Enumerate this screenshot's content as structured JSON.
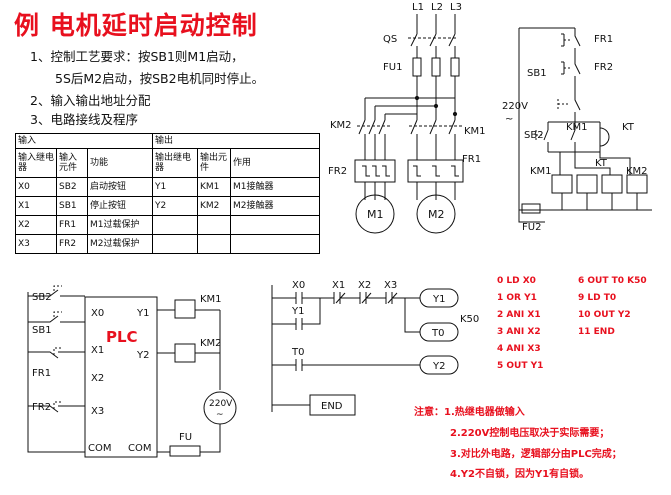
{
  "title": "例  电机延时启动控制",
  "requirements": [
    "1、控制工艺要求：按SB1则M1启动，",
    "5S后M2启动，按SB2电机同时停止。",
    "2、输入输出地址分配",
    "3、电路接线及程序"
  ],
  "io_table": {
    "group_input": "输入",
    "group_output": "输出",
    "headers": [
      "输入继电器",
      "输入元件",
      "功能",
      "输出继电器",
      "输出元件",
      "作用"
    ],
    "rows": [
      [
        "X0",
        "SB2",
        "启动按钮",
        "Y1",
        "KM1",
        "M1接触器"
      ],
      [
        "X1",
        "SB1",
        "停止按钮",
        "Y2",
        "KM2",
        "M2接触器"
      ],
      [
        "X2",
        "FR1",
        "M1过载保护",
        "",
        "",
        ""
      ],
      [
        "X3",
        "FR2",
        "M2过载保护",
        "",
        "",
        ""
      ]
    ]
  },
  "main_circuit": {
    "phases": [
      "L1",
      "L2",
      "L3"
    ],
    "qs": "QS",
    "fu1": "FU1",
    "km2": "KM2",
    "km1": "KM1",
    "fr2": "FR2",
    "fr1": "FR1",
    "m1": "M1",
    "m2": "M2"
  },
  "relay_circuit": {
    "fr1": "FR1",
    "fr2": "FR2",
    "sb1": "SB1",
    "voltage": "220V",
    "tilde": "~",
    "sb2": "SB2",
    "km1": "KM1",
    "kt": "KT",
    "kt_coil": "KT",
    "km1_coil": "KM1",
    "km2_coil": "KM2",
    "fu2": "FU2"
  },
  "plc_wiring": {
    "plc_label": "PLC",
    "sb2": "SB2",
    "sb1": "SB1",
    "fr1": "FR1",
    "fr2": "FR2",
    "inputs": [
      "X0",
      "X1",
      "X2",
      "X3"
    ],
    "outputs": [
      "Y1",
      "Y2"
    ],
    "com_left": "COM",
    "com_right": "COM",
    "km1": "KM1",
    "km2": "KM2",
    "voltage": "220V",
    "tilde": "~",
    "fu": "FU"
  },
  "ladder": {
    "contacts_top": [
      "X0",
      "X1",
      "X2",
      "X3"
    ],
    "y1_contact": "Y1",
    "t0_contact": "T0",
    "coils": [
      "Y1",
      "T0",
      "Y2"
    ],
    "k_value": "K50",
    "end": "END"
  },
  "program": [
    "0  LD  X0",
    "1  OR  Y1",
    "2  ANI  X1",
    "3  ANI  X2",
    "4  ANI  X3",
    "5  OUT Y1",
    "6   OUT T0  K50",
    "9   LD   T0",
    "10  OUT  Y2",
    "11  END"
  ],
  "notes": [
    "注意：1.热继电器做输入",
    "2.220V控制电压取决于实际需要；",
    "3.对比外电路，逻辑部分由PLC完成；",
    "4.Y2不自锁，因为Y1有自锁。"
  ]
}
